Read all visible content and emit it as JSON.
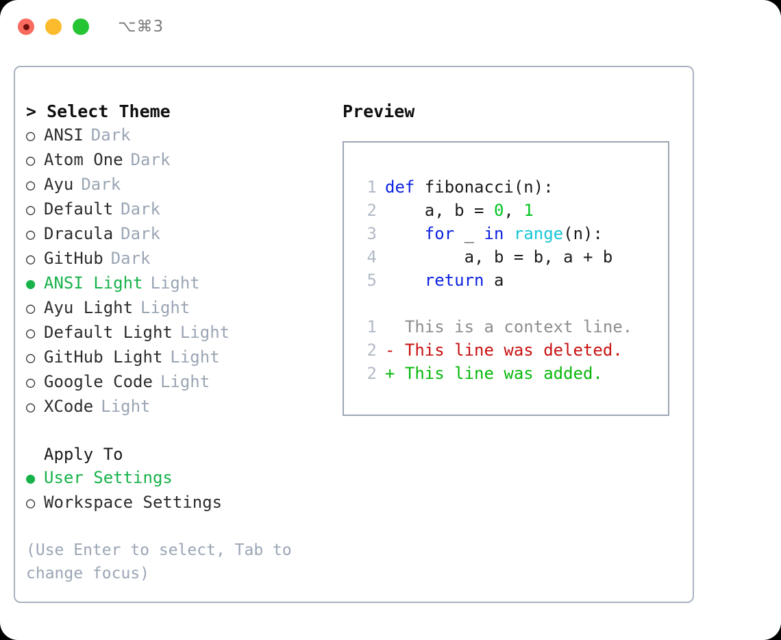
{
  "window": {
    "title": "⌥⌘3",
    "traffic_lights": [
      {
        "name": "close",
        "color": "#f96a5f"
      },
      {
        "name": "minimize",
        "color": "#fcbb2d"
      },
      {
        "name": "zoom",
        "color": "#24c433"
      }
    ]
  },
  "theme_picker": {
    "header": "> Select Theme",
    "marker_selected": "●",
    "marker_unselected": "○",
    "options": [
      {
        "label": "ANSI",
        "variant": "Dark",
        "selected": false
      },
      {
        "label": "Atom One",
        "variant": "Dark",
        "selected": false
      },
      {
        "label": "Ayu",
        "variant": "Dark",
        "selected": false
      },
      {
        "label": "Default",
        "variant": "Dark",
        "selected": false
      },
      {
        "label": "Dracula",
        "variant": "Dark",
        "selected": false
      },
      {
        "label": "GitHub",
        "variant": "Dark",
        "selected": false
      },
      {
        "label": "ANSI Light",
        "variant": "Light",
        "selected": true
      },
      {
        "label": "Ayu Light",
        "variant": "Light",
        "selected": false
      },
      {
        "label": "Default Light",
        "variant": "Light",
        "selected": false
      },
      {
        "label": "GitHub Light",
        "variant": "Light",
        "selected": false
      },
      {
        "label": "Google Code",
        "variant": "Light",
        "selected": false
      },
      {
        "label": "XCode",
        "variant": "Light",
        "selected": false
      }
    ]
  },
  "apply_to": {
    "header": "Apply To",
    "options": [
      {
        "label": "User Settings",
        "selected": true
      },
      {
        "label": "Workspace Settings",
        "selected": false
      }
    ]
  },
  "hint": "(Use Enter to select, Tab to change focus)",
  "preview": {
    "title": "Preview",
    "code_lines": [
      {
        "num": "1",
        "tokens": [
          {
            "t": "def",
            "c": "kw"
          },
          {
            "t": " fibonacci(n):",
            "c": "plain"
          }
        ]
      },
      {
        "num": "2",
        "tokens": [
          {
            "t": "    a, b = ",
            "c": "plain"
          },
          {
            "t": "0",
            "c": "num"
          },
          {
            "t": ", ",
            "c": "plain"
          },
          {
            "t": "1",
            "c": "num"
          }
        ]
      },
      {
        "num": "3",
        "tokens": [
          {
            "t": "    ",
            "c": "plain"
          },
          {
            "t": "for",
            "c": "kw"
          },
          {
            "t": " _ ",
            "c": "plain"
          },
          {
            "t": "in",
            "c": "kw"
          },
          {
            "t": " ",
            "c": "plain"
          },
          {
            "t": "range",
            "c": "fn"
          },
          {
            "t": "(n):",
            "c": "plain"
          }
        ]
      },
      {
        "num": "4",
        "tokens": [
          {
            "t": "        a, b = b, a + b",
            "c": "plain"
          }
        ]
      },
      {
        "num": "5",
        "tokens": [
          {
            "t": "    ",
            "c": "plain"
          },
          {
            "t": "return",
            "c": "kw"
          },
          {
            "t": " a",
            "c": "plain"
          }
        ]
      }
    ],
    "diff_lines": [
      {
        "num": "1",
        "text": "  This is a context line.",
        "kind": "ctx"
      },
      {
        "num": "2",
        "text": "- This line was deleted.",
        "kind": "del"
      },
      {
        "num": "2",
        "text": "+ This line was added.",
        "kind": "add"
      }
    ]
  },
  "colors": {
    "accent_green": "#17b24a",
    "keyword_blue": "#0c22e0",
    "function_cyan": "#15c6d6",
    "number_green": "#00c421",
    "diff_delete_red": "#c81111",
    "diff_add_green": "#08b80c",
    "muted": "#9aa5b4",
    "border": "#a7b1bf"
  }
}
